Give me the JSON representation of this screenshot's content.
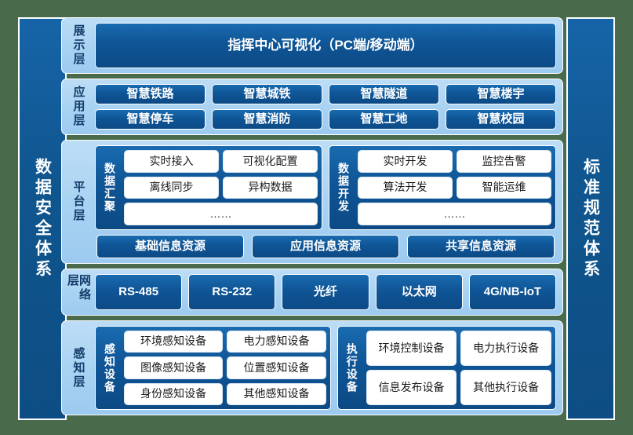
{
  "pillars": {
    "left": "数据安全体系",
    "right": "标准规范体系"
  },
  "layers": {
    "display": {
      "label": "展示层",
      "item": "指挥中心可视化（PC端/移动端）"
    },
    "application": {
      "label": "应用层",
      "row1": [
        "智慧铁路",
        "智慧城铁",
        "智慧隧道",
        "智慧楼宇"
      ],
      "row2": [
        "智慧停车",
        "智慧消防",
        "智慧工地",
        "智慧校园"
      ]
    },
    "platform": {
      "label": "平台层",
      "aggregation": {
        "label": "数据汇聚",
        "row1": [
          "实时接入",
          "可视化配置"
        ],
        "row2": [
          "离线同步",
          "异构数据"
        ],
        "row3": [
          "……"
        ]
      },
      "development": {
        "label": "数据开发",
        "row1": [
          "实时开发",
          "监控告警"
        ],
        "row2": [
          "算法开发",
          "智能运维"
        ],
        "row3": [
          "……"
        ]
      },
      "resources": [
        "基础信息资源",
        "应用信息资源",
        "共享信息资源"
      ]
    },
    "network": {
      "label": "网络层",
      "items": [
        "RS-485",
        "RS-232",
        "光纤",
        "以太网",
        "4G/NB-IoT"
      ]
    },
    "perception": {
      "label": "感知层",
      "sensing": {
        "label": "感知设备",
        "row1": [
          "环境感知设备",
          "电力感知设备"
        ],
        "row2": [
          "图像感知设备",
          "位置感知设备"
        ],
        "row3": [
          "身份感知设备",
          "其他感知设备"
        ]
      },
      "actuating": {
        "label": "执行设备",
        "row1": [
          "环境控制设备",
          "电力执行设备"
        ],
        "row2": [
          "信息发布设备",
          "其他执行设备"
        ]
      }
    }
  },
  "colors": {
    "background": "#4a6a4c",
    "panel_light": "#a8d2f2",
    "chip_dark": "#0f5596",
    "chip_white": "#ffffff",
    "label_text": "#123d6b"
  }
}
